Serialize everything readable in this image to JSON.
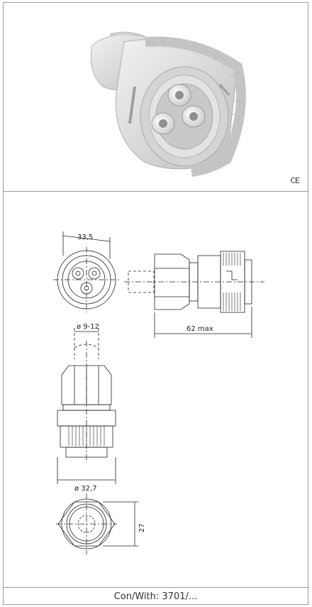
{
  "mark": "CE",
  "dimensions": {
    "front_diameter": "33,5",
    "cable_range": "ø 9-12",
    "length": "62 max",
    "body_diameter": "ø 32,7",
    "hex_width": "27"
  },
  "footer": {
    "compat_text": "Con/With: 3701/..."
  }
}
